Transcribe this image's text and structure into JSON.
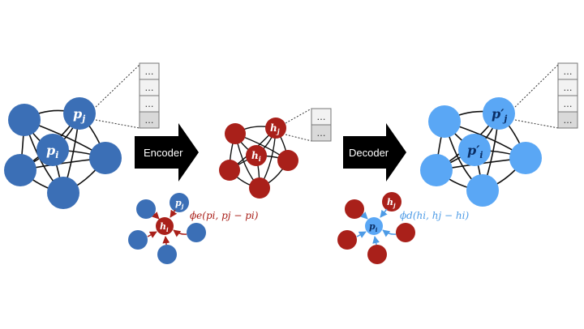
{
  "colors": {
    "input_node": "#3b6fb6",
    "latent_node": "#a9201a",
    "output_node": "#5aa7f5",
    "edge": "#111111",
    "arrow": "#000000",
    "cell_fill": "#f2f2f2",
    "cell_alt": "#d9d9d9",
    "formula_encoder": "#a9201a",
    "formula_decoder": "#4d9be6"
  },
  "input_graph": {
    "label_pj": "p",
    "sub_pj": "j",
    "label_pi": "p",
    "sub_pi": "i"
  },
  "latent_graph": {
    "label_hj": "h",
    "sub_hj": "j",
    "label_hi": "h",
    "sub_hi": "i"
  },
  "output_graph": {
    "label_pj": "p′",
    "sub_pj": "j",
    "label_pi": "p′",
    "sub_pi": "i"
  },
  "feature_cells": [
    "…",
    "…",
    "…",
    "…"
  ],
  "latent_cells": [
    "…",
    "…"
  ],
  "encoder": {
    "label": "Encoder",
    "formula": "ϕe(pi, pj − pi)",
    "node_center": "h",
    "node_center_sub": "i",
    "node_neighbor": "p",
    "node_neighbor_sub": "j"
  },
  "decoder": {
    "label": "Decoder",
    "formula": "ϕd(hi, hj − hi)",
    "node_center": "p",
    "node_center_sub": "i",
    "node_neighbor": "h",
    "node_neighbor_sub": "j"
  }
}
